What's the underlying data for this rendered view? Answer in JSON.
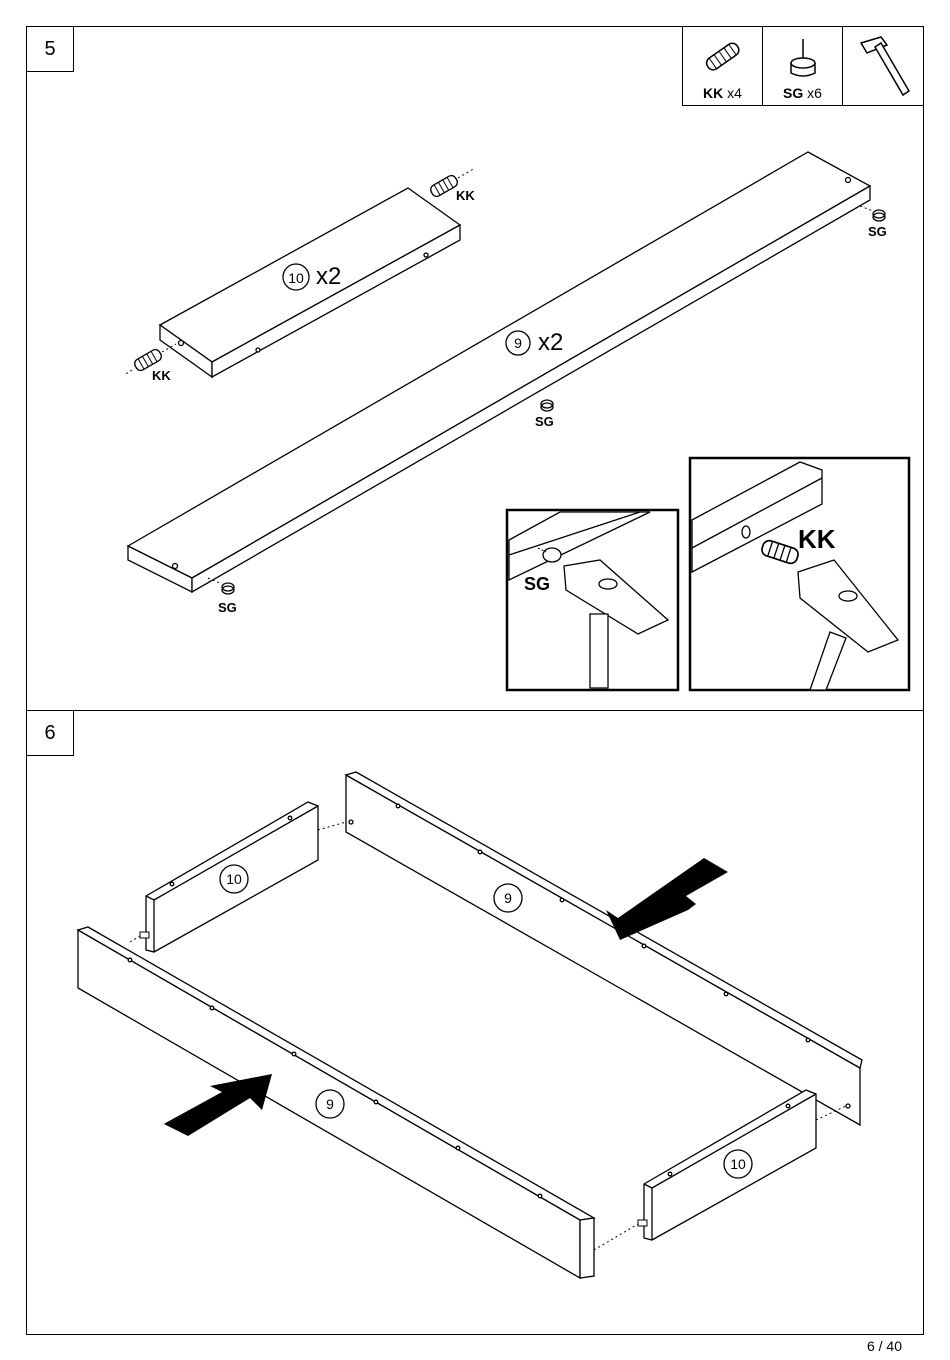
{
  "step5": {
    "number": "5",
    "parts": [
      {
        "code": "KK",
        "qty": "x4",
        "icon": "dowel-icon"
      },
      {
        "code": "SG",
        "qty": "x6",
        "icon": "nail-glide-icon"
      },
      {
        "code": "",
        "qty": "",
        "icon": "hammer-icon"
      }
    ],
    "short_board": {
      "ref": "10",
      "qty": "x2"
    },
    "long_board": {
      "ref": "9",
      "qty": "x2"
    },
    "callouts": {
      "kk": "KK",
      "sg": "SG"
    },
    "detail_sg": "SG",
    "detail_kk": "KK"
  },
  "step6": {
    "number": "6",
    "boards": {
      "back_long": "9",
      "front_long": "9",
      "left_short": "10",
      "right_short": "10"
    }
  },
  "footer": {
    "page": "6 / 40"
  }
}
